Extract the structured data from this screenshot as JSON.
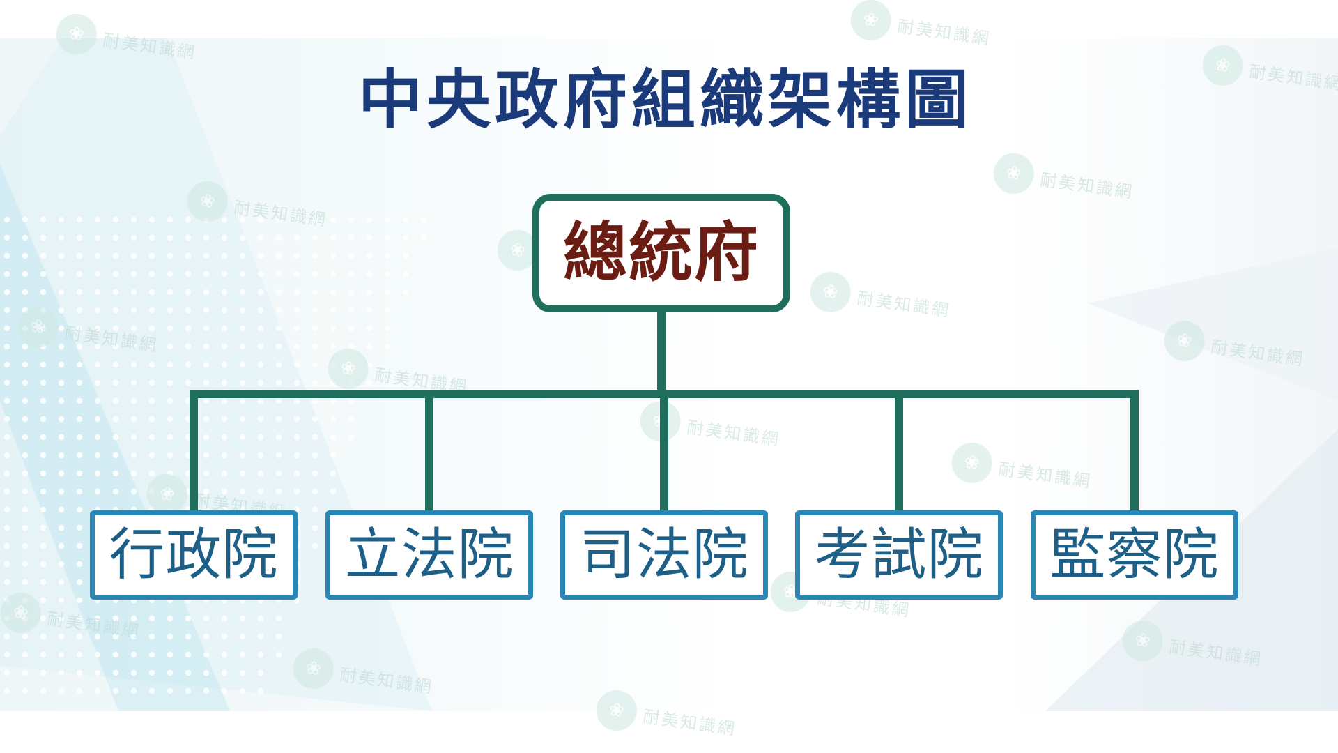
{
  "title": "中央政府組織架構圖",
  "colors": {
    "title": "#1b3a7a",
    "root_border": "#1f6f5c",
    "root_text": "#6b1d14",
    "child_border": "#2a86b4",
    "child_text": "#1d5f87",
    "connector": "#1f6f5c"
  },
  "org_chart": {
    "root": {
      "label": "總統府"
    },
    "children": [
      {
        "label": "行政院"
      },
      {
        "label": "立法院"
      },
      {
        "label": "司法院"
      },
      {
        "label": "考試院"
      },
      {
        "label": "監察院"
      }
    ]
  },
  "watermark": {
    "text": "耐美知識網",
    "seal_icon": "seal-icon"
  }
}
